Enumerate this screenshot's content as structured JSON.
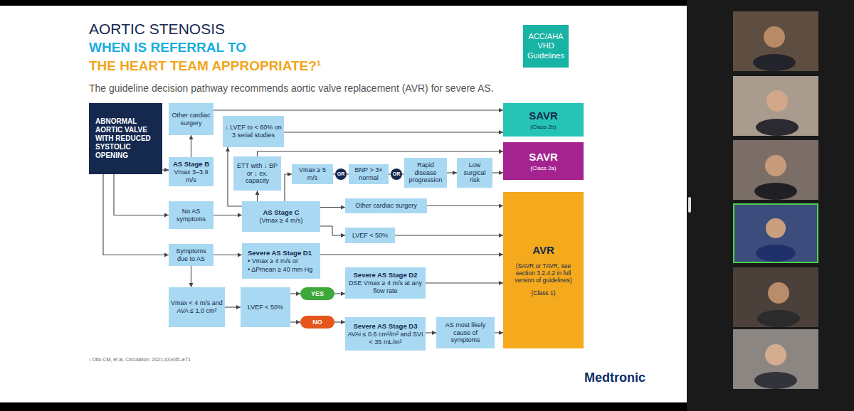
{
  "diagram": {
    "title": "AORTIC STENOSIS",
    "nodes": [
      {
        "text": [
          "ACC/AHA VHD Guidelines"
        ]
      },
      {
        "text": [
          "ABNORMAL AORTIC VALVE WITH REDUCED SYSTOLIC OPENING"
        ]
      },
      {
        "text": [
          "Other cardiac surgery"
        ]
      },
      {
        "text": [
          "↓ LVEF to < 60% on 3 serial studies"
        ]
      },
      {
        "text": [
          "AS Stage B",
          "Vmax 3–3.9 m/s"
        ]
      },
      {
        "text": [
          "ETT with ↓ BP or ↓ ex. capacity"
        ]
      },
      {
        "text": [
          "Vmax ≥ 5 m/s"
        ]
      },
      {
        "text": [
          "OR"
        ]
      },
      {
        "text": [
          "BNP > 3× normal"
        ]
      },
      {
        "text": [
          "OR"
        ]
      },
      {
        "text": [
          "Rapid disease progression"
        ]
      },
      {
        "text": [
          "Low surgical risk"
        ]
      },
      {
        "text": [
          "No AS symptoms"
        ]
      },
      {
        "text": [
          "AS Stage C",
          "(Vmax ≥ 4 m/s)"
        ]
      },
      {
        "text": [
          "Other cardiac surgery"
        ]
      },
      {
        "text": [
          "LVEF < 50%"
        ]
      },
      {
        "text": [
          "Symptoms due to AS"
        ]
      },
      {
        "text": [
          "Severe AS Stage D1",
          "• Vmax ≥ 4 m/s or",
          "• ΔPmean ≥ 40 mm Hg"
        ]
      },
      {
        "text": [
          "Severe AS Stage D2",
          "DSE Vmax ≥ 4 m/s at any flow rate"
        ]
      },
      {
        "text": [
          "Vmax < 4 m/s and AVA ≤ 1.0 cm²"
        ]
      },
      {
        "text": [
          "LVEF < 50%"
        ]
      },
      {
        "text": [
          "YES"
        ]
      },
      {
        "text": [
          "NO"
        ]
      },
      {
        "text": [
          "Severe AS Stage D3",
          "AVAi ≤ 0.6 cm²/m² and SVI < 35 mL/m²"
        ]
      },
      {
        "text": [
          "AS most likely cause of symptoms"
        ]
      },
      {
        "text": [
          "SAVR",
          "(Class 2b)"
        ]
      },
      {
        "text": [
          "SAVR",
          "(Class 2a)"
        ]
      },
      {
        "text": [
          "AVR",
          "(SAVR or TAVR, see section 3.2.4.2 in full version of guidelines)",
          "(Class 1)"
        ]
      }
    ],
    "edges": [
      {
        "from": 1,
        "to": 4,
        "arrow": "to"
      },
      {
        "from": 4,
        "to": 2,
        "arrow": "to"
      },
      {
        "from": 2,
        "to": 25,
        "arrow": "to"
      },
      {
        "from": 1,
        "to": 12,
        "arrow": "to"
      },
      {
        "from": 1,
        "to": 16,
        "arrow": "to"
      },
      {
        "from": 12,
        "to": 13,
        "arrow": "to"
      },
      {
        "from": 13,
        "to": 3,
        "arrow": "to"
      },
      {
        "from": 3,
        "to": 25,
        "arrow": "to"
      },
      {
        "from": 13,
        "to": 5,
        "arrow": "to"
      },
      {
        "from": 5,
        "to": 26,
        "arrow": "to"
      },
      {
        "from": 13,
        "to": 6,
        "arrow": "to"
      },
      {
        "from": 6,
        "to": 7,
        "arrow": "none"
      },
      {
        "from": 7,
        "to": 8,
        "arrow": "none"
      },
      {
        "from": 8,
        "to": 9,
        "arrow": "none"
      },
      {
        "from": 9,
        "to": 10,
        "arrow": "none"
      },
      {
        "from": 10,
        "to": 11,
        "arrow": "to"
      },
      {
        "from": 11,
        "to": 26,
        "arrow": "to"
      },
      {
        "from": 13,
        "to": 14,
        "arrow": "to"
      },
      {
        "from": 14,
        "to": 27,
        "arrow": "to"
      },
      {
        "from": 13,
        "to": 15,
        "arrow": "to"
      },
      {
        "from": 15,
        "to": 27,
        "arrow": "to"
      },
      {
        "from": 16,
        "to": 17,
        "arrow": "to"
      },
      {
        "from": 17,
        "to": 27,
        "arrow": "to"
      },
      {
        "from": 16,
        "to": 19,
        "arrow": "to"
      },
      {
        "from": 19,
        "to": 20,
        "arrow": "to"
      },
      {
        "from": 20,
        "to": 21,
        "arrow": "to"
      },
      {
        "from": 20,
        "to": 22,
        "arrow": "to"
      },
      {
        "from": 21,
        "to": 18,
        "arrow": "to"
      },
      {
        "from": 22,
        "to": 23,
        "arrow": "to"
      },
      {
        "from": 23,
        "to": 24,
        "arrow": "to"
      },
      {
        "from": 24,
        "to": 27,
        "arrow": "to"
      },
      {
        "from": 18,
        "to": 27,
        "arrow": "to"
      }
    ],
    "labels": [
      "WHEN IS REFERRAL TO",
      "THE HEART TEAM APPROPRIATE?¹",
      "The guideline decision pathway recommends aortic valve replacement (AVR) for severe AS.",
      "¹ Otto CM, et al. Circulation. 2021;43:e35–e71",
      "Medtronic"
    ]
  }
}
